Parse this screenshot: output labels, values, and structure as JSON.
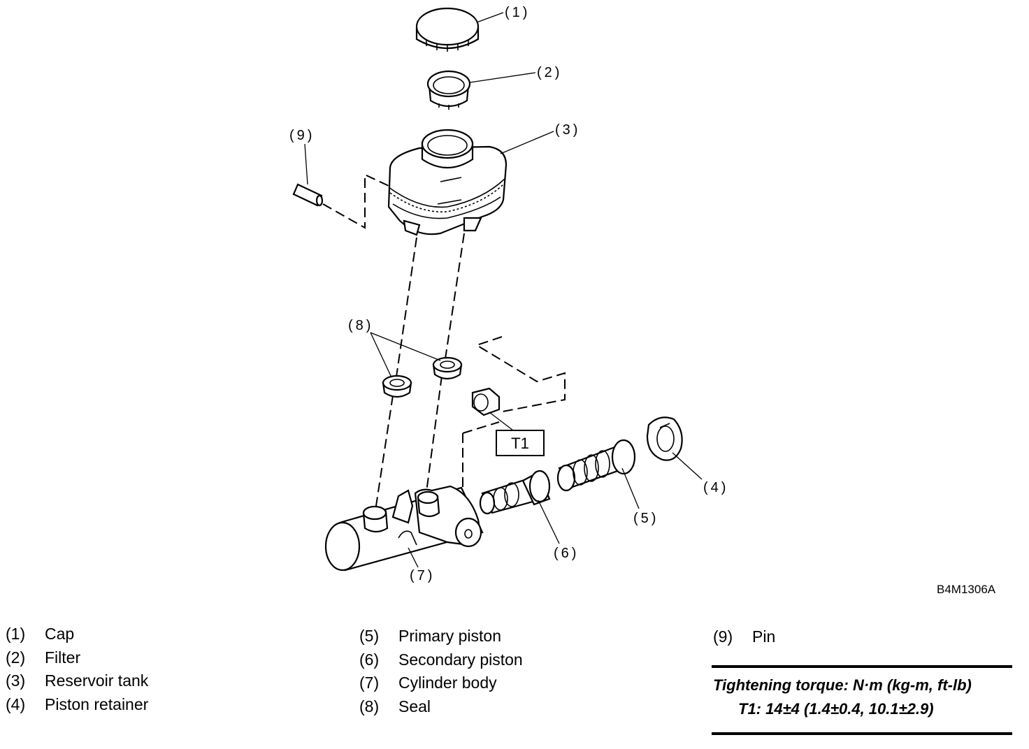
{
  "diagram": {
    "callouts": {
      "c1": "(1)",
      "c2": "(2)",
      "c3": "(3)",
      "c4": "(4)",
      "c5": "(5)",
      "c6": "(6)",
      "c7": "(7)",
      "c8": "(8)",
      "c9": "(9)",
      "t1": "T1"
    },
    "figure_code": "B4M1306A"
  },
  "legend": {
    "column1": [
      {
        "num": "(1)",
        "label": "Cap"
      },
      {
        "num": "(2)",
        "label": "Filter"
      },
      {
        "num": "(3)",
        "label": "Reservoir tank"
      },
      {
        "num": "(4)",
        "label": "Piston retainer"
      }
    ],
    "column2": [
      {
        "num": "(5)",
        "label": "Primary piston"
      },
      {
        "num": "(6)",
        "label": "Secondary piston"
      },
      {
        "num": "(7)",
        "label": "Cylinder body"
      },
      {
        "num": "(8)",
        "label": "Seal"
      }
    ],
    "column3": [
      {
        "num": "(9)",
        "label": "Pin"
      }
    ]
  },
  "torque": {
    "title": "Tightening torque: N·m (kg-m, ft-lb)",
    "value": "T1: 14±4 (1.4±0.4, 10.1±2.9)"
  }
}
